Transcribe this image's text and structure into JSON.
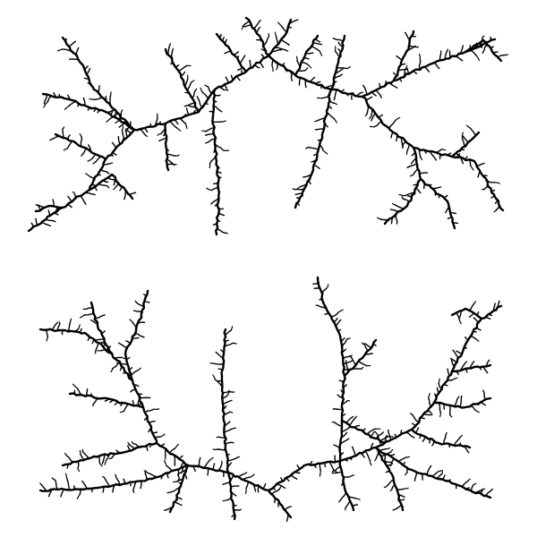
{
  "image": {
    "background_color": "#ffffff",
    "stroke_color": "#000000",
    "figures": [
      {
        "name": "upper-branching-tree",
        "main_branches": 7
      },
      {
        "name": "lower-branching-tree",
        "main_branches": 8
      }
    ]
  }
}
